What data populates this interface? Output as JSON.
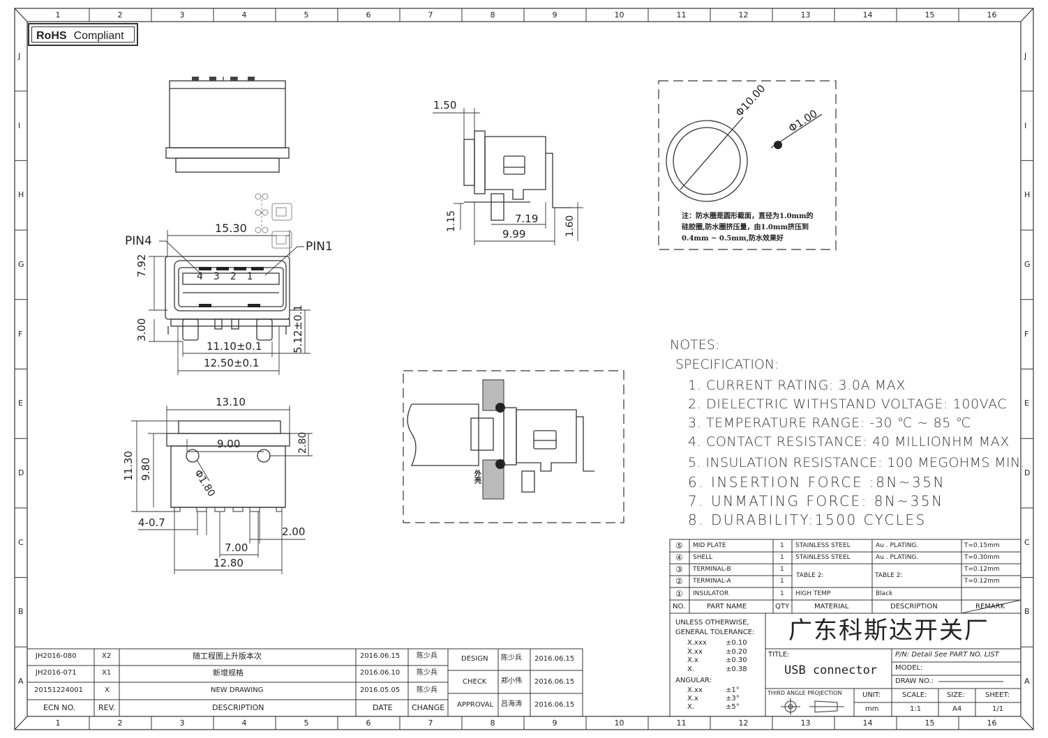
{
  "rohs": {
    "bold": "RoHS",
    "text": "Compliant"
  },
  "border_columns": [
    "1",
    "2",
    "3",
    "4",
    "5",
    "6",
    "7",
    "8",
    "9",
    "10",
    "11",
    "12",
    "13",
    "14",
    "15",
    "16"
  ],
  "border_rows": [
    "J",
    "I",
    "H",
    "G",
    "F",
    "E",
    "D",
    "C",
    "B",
    "A"
  ],
  "front_view": {
    "pin4": "PIN4",
    "pin1": "PIN1",
    "pin_numbers": [
      "4",
      "3",
      "2",
      "1"
    ],
    "dims": {
      "width": "15.30",
      "height": "7.92",
      "leg": "3.00",
      "inner": "11.10±0.1",
      "outer": "12.50±0.1",
      "right": "5.12±0.1"
    }
  },
  "side_view": {
    "dims": {
      "top": "1.50",
      "left": "1.15",
      "d1": "7.19",
      "d2": "9.99",
      "right": "1.60"
    }
  },
  "seal_view": {
    "d_outer": "Φ10.00",
    "d_inner": "Φ1.00",
    "note_lines": [
      "注：防水圈是圆形截面，直径为1.0mm的",
      "硅胶圈,防水圈挤压量，由1.0mm挤压到",
      "0.4mm ~ 0.5mm,防水效果好"
    ]
  },
  "bottom_view": {
    "dims": {
      "top": "13.10",
      "holes": "9.00",
      "right": "2.80",
      "h1": "11.30",
      "h2": "9.80",
      "hole": "Φ1.80",
      "pins": "4-0.7",
      "pitch": "2.00",
      "span": "7.00",
      "total": "12.80"
    }
  },
  "section_view": {
    "label": "外壳"
  },
  "notes": {
    "title": "NOTES:",
    "subtitle": "SPECIFICATION:",
    "items": [
      "1. CURRENT RATING: 3.0A MAX",
      "2. DIELECTRIC WITHSTAND VOLTAGE: 100VAC",
      "3. TEMPERATURE RANGE: -30 ℃ ~ 85 ℃",
      "4. CONTACT RESISTANCE: 40 MILLIONHM MAX",
      "5. INSULATION RESISTANCE: 100 MEGOHMS MIN.",
      "6. INSERTION FORCE :8N~35N",
      "7. UNMATING FORCE: 8N~35N",
      "8. DURABILITY:1500 CYCLES"
    ]
  },
  "bom": {
    "rows": [
      {
        "no": "⑤",
        "name": "MID PLATE",
        "qty": "1",
        "material": "STAINLESS STEEL",
        "desc": "Au . PLATING.",
        "remark": "T=0.15mm"
      },
      {
        "no": "④",
        "name": "SHELL",
        "qty": "1",
        "material": "STAINLESS STEEL",
        "desc": "Au . PLATING.",
        "remark": "T=0.30mm"
      },
      {
        "no": "③",
        "name": "TERMINAL-B",
        "qty": "1",
        "material": "",
        "desc": "",
        "remark": "T=0.12mm"
      },
      {
        "no": "②",
        "name": "TERMINAL-A",
        "qty": "1",
        "material": "",
        "desc": "",
        "remark": "T=0.12mm"
      },
      {
        "no": "①",
        "name": "INSULATOR",
        "qty": "1",
        "material": "HIGH TEMP",
        "desc": "Black",
        "remark": ""
      }
    ],
    "table2_material": "TABLE 2:",
    "table2_desc": "TABLE 2:",
    "header": {
      "no": "NO.",
      "name": "PART NAME",
      "qty": "QTY",
      "material": "MATERIAL",
      "desc": "DESCRIPTION",
      "remark": "REMARK"
    }
  },
  "title_block": {
    "company": "广东科斯达开关厂",
    "tolerance_title1": "UNLESS OTHERWISE,",
    "tolerance_title2": "GENERAL TOLERANCE:",
    "tolerances": [
      {
        "k": "X.xxx",
        "v": "±0.10"
      },
      {
        "k": "X.xx",
        "v": "±0.20"
      },
      {
        "k": "X.x",
        "v": "±0.30"
      },
      {
        "k": "X.",
        "v": "±0.38"
      }
    ],
    "angular_title": "ANGULAR:",
    "angular": [
      {
        "k": "X.xx",
        "v": "±1°"
      },
      {
        "k": "X.x",
        "v": "±3°"
      },
      {
        "k": "X.",
        "v": "±5°"
      }
    ],
    "title_label": "TITLE:",
    "title_value": "USB connector",
    "pn": "P/N: Detail See PART NO. LIST",
    "model": "MODEL:",
    "drawno": "DRAW NO.:",
    "projection": "THIRD ANGLE PROJECTION",
    "unit_label": "UNIT:",
    "unit": "mm",
    "scale_label": "SCALE:",
    "scale": "1:1",
    "size_label": "SIZE:",
    "size": "A4",
    "sheet_label": "SHEET:",
    "sheet": "1/1"
  },
  "revisions": {
    "rows": [
      {
        "ecn": "JH2016-080",
        "rev": "X2",
        "desc": "随工程图上升版本次",
        "date": "2016.06.15",
        "change": "陈少兵"
      },
      {
        "ecn": "JH2016-071",
        "rev": "X1",
        "desc": "新增规格",
        "date": "2016.06.10",
        "change": "陈少兵"
      },
      {
        "ecn": "20151224001",
        "rev": "X",
        "desc": "NEW DRAWING",
        "date": "2016.05.05",
        "change": "陈少兵"
      }
    ],
    "header": {
      "ecn": "ECN NO.",
      "rev": "REV.",
      "desc": "DESCRIPTION",
      "date": "DATE",
      "change": "CHANGE"
    },
    "signoff": [
      {
        "role": "DESIGN",
        "name": "陈少兵",
        "date": "2016.06.15"
      },
      {
        "role": "CHECK",
        "name": "郑小伟",
        "date": "2016.06.15"
      },
      {
        "role": "APPROVAL",
        "name": "吕海涛",
        "date": "2016.06.15"
      }
    ]
  }
}
